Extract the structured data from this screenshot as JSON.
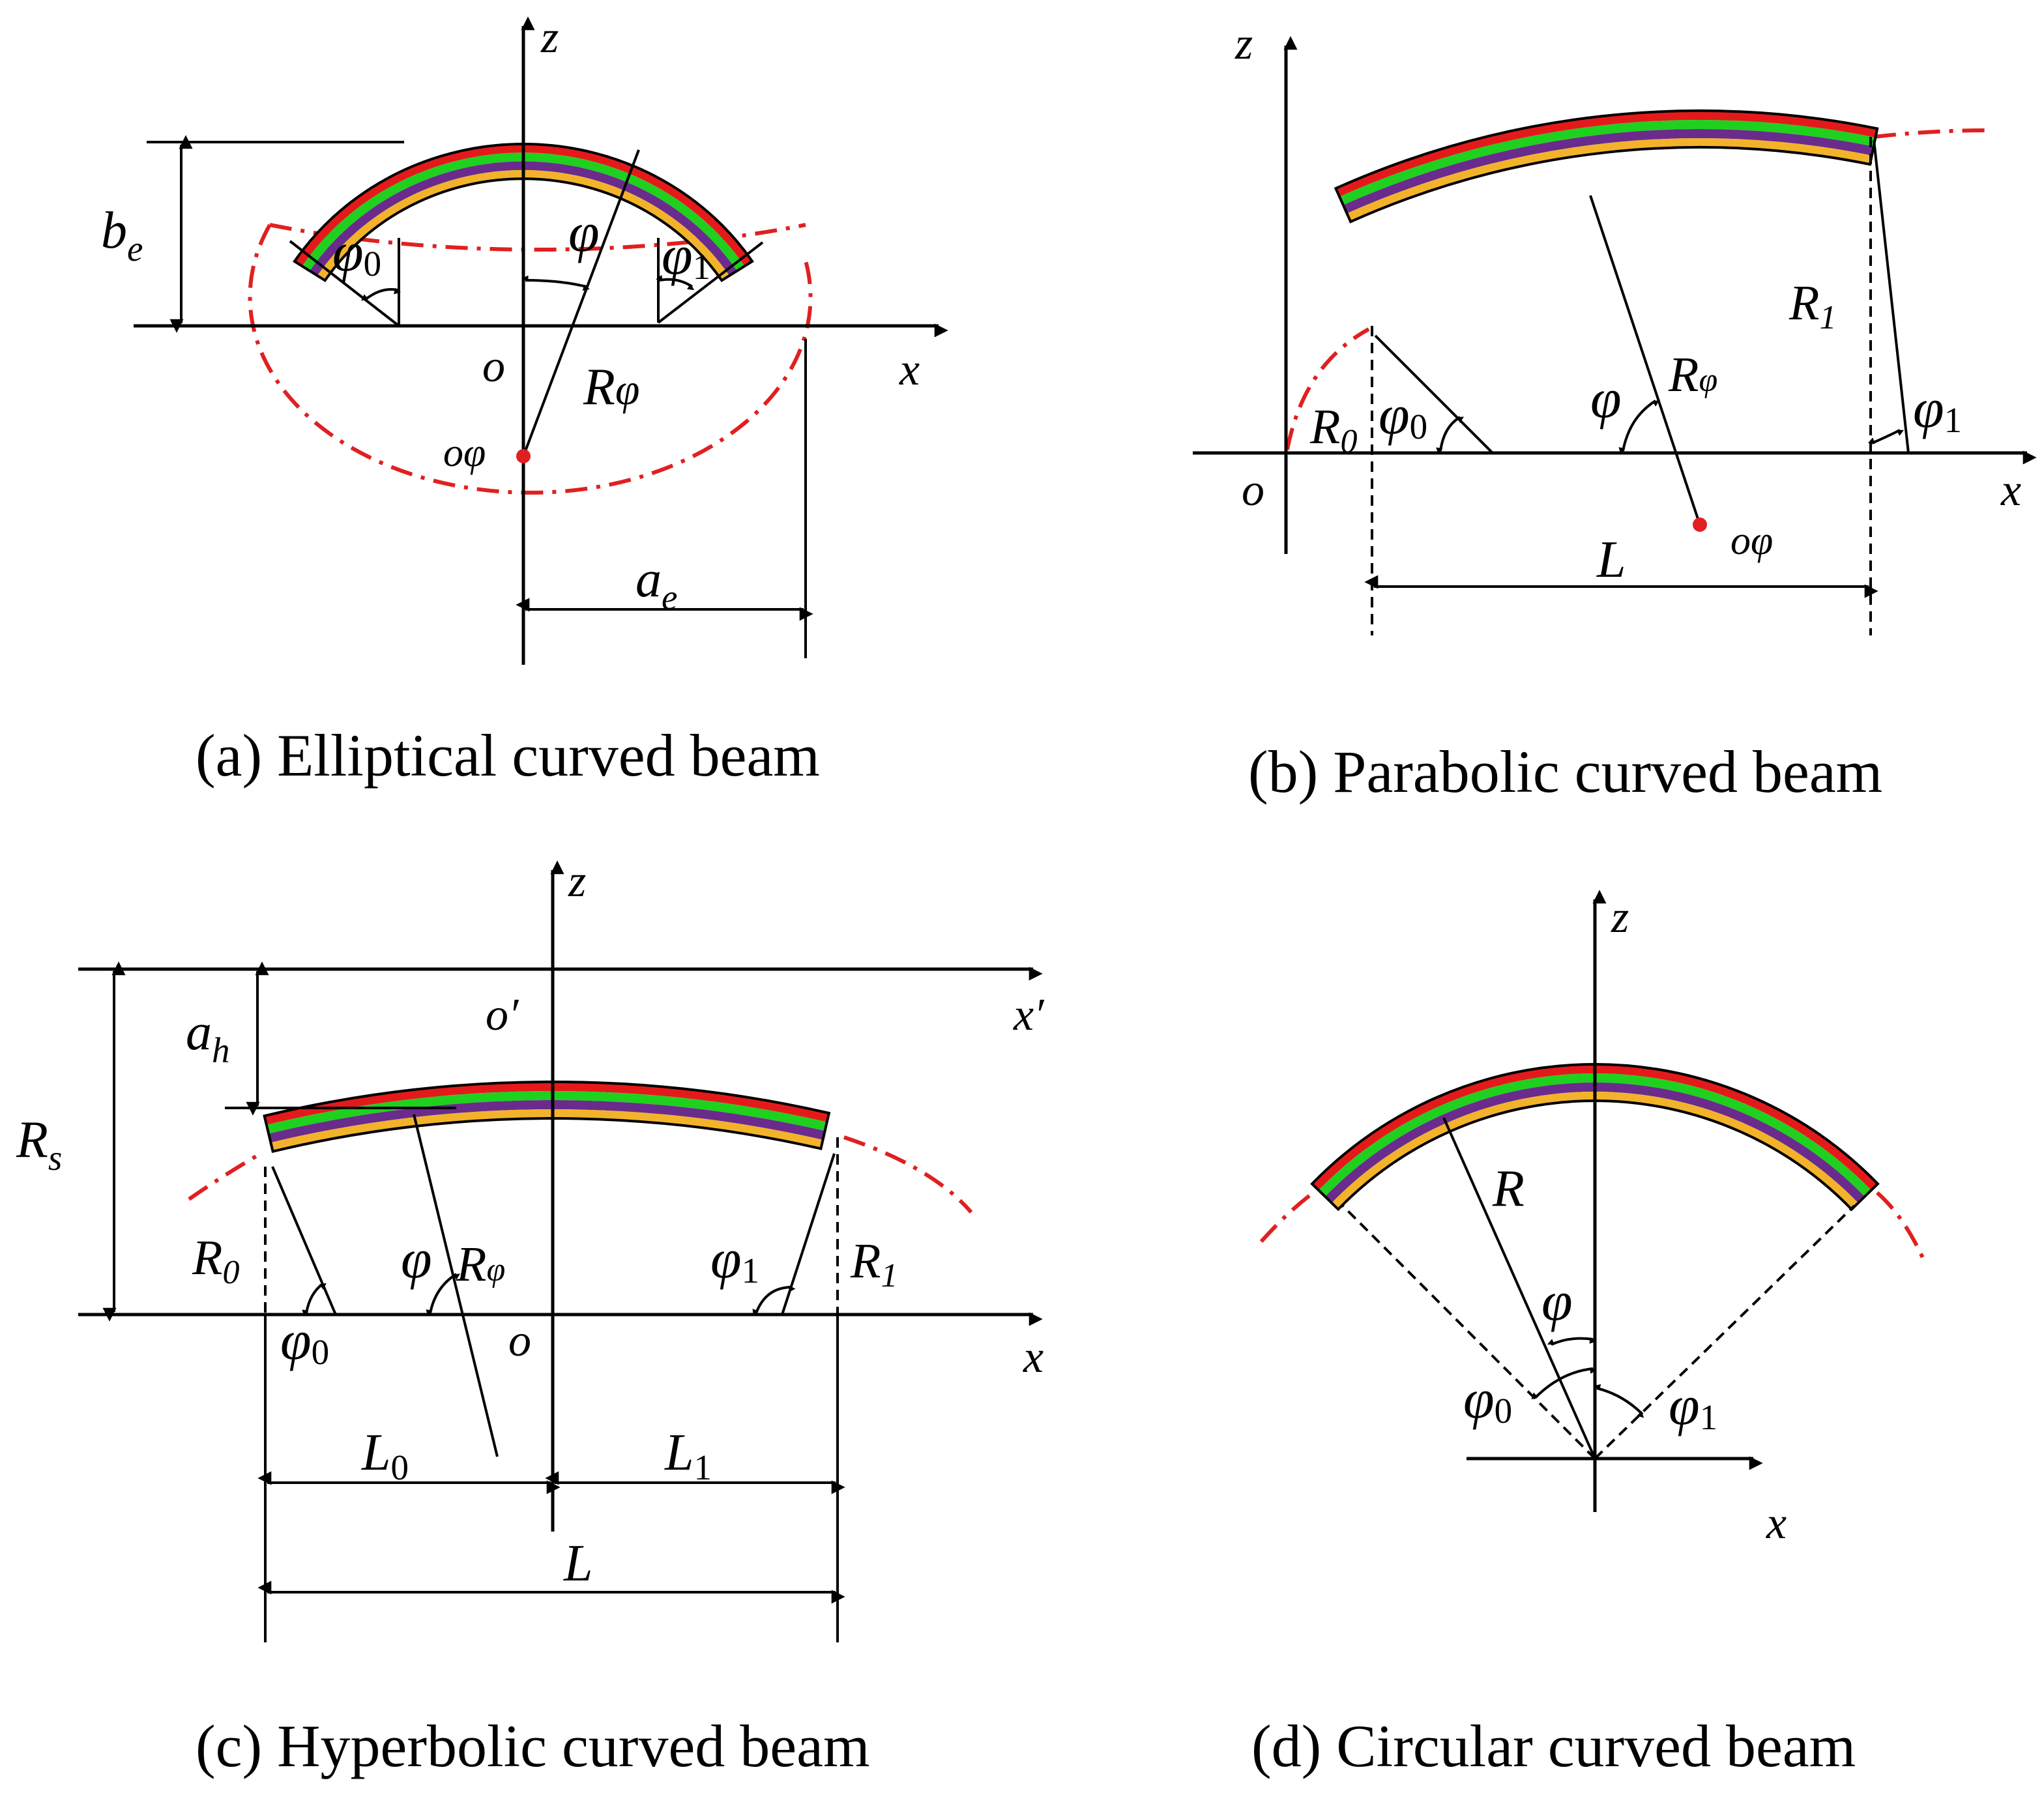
{
  "panels": {
    "a": {
      "caption": "(a) Elliptical curved beam",
      "z": "z",
      "x": "x",
      "o": "o",
      "o_phi": "oφ",
      "b": "b",
      "b_sub": "e",
      "a": "a",
      "a_sub": "e",
      "phi": "φ",
      "phi0": "φ",
      "phi0_sub": "0",
      "phi1": "φ",
      "phi1_sub": "1",
      "R": "R",
      "R_sub": "φ"
    },
    "b": {
      "caption": "(b) Parabolic curved beam",
      "z": "z",
      "x": "x",
      "o": "o",
      "o_phi": "oφ",
      "R0": "R",
      "R0_sub": "0",
      "R1": "R",
      "R1_sub": "1",
      "phi": "φ",
      "phi0": "φ",
      "phi0_sub": "0",
      "phi1": "φ",
      "phi1_sub": "1",
      "R": "R",
      "R_sub": "φ",
      "L": "L"
    },
    "c": {
      "caption": "(c) Hyperbolic curved beam",
      "z": "z",
      "x": "x",
      "x_prime": "x′",
      "o": "o",
      "o_prime": "o′",
      "a": "a",
      "a_sub": "h",
      "Rs": "R",
      "Rs_sub": "s",
      "R0": "R",
      "R0_sub": "0",
      "R1": "R",
      "R1_sub": "1",
      "phi": "φ",
      "phi0": "φ",
      "phi0_sub": "0",
      "phi1": "φ",
      "phi1_sub": "1",
      "R": "R",
      "R_sub": "φ",
      "L0": "L",
      "L0_sub": "0",
      "L1": "L",
      "L1_sub": "1",
      "L": "L"
    },
    "d": {
      "caption": "(d) Circular curved beam",
      "z": "z",
      "x": "x",
      "R": "R",
      "phi": "φ",
      "phi0": "φ",
      "phi0_sub": "0",
      "phi1": "φ",
      "phi1_sub": "1"
    }
  },
  "colors": {
    "guide_curve": "#e02020",
    "layers": [
      "#e41a1a",
      "#1fd01f",
      "#6a2b8c",
      "#f2b32a"
    ],
    "outline": "#000000"
  }
}
